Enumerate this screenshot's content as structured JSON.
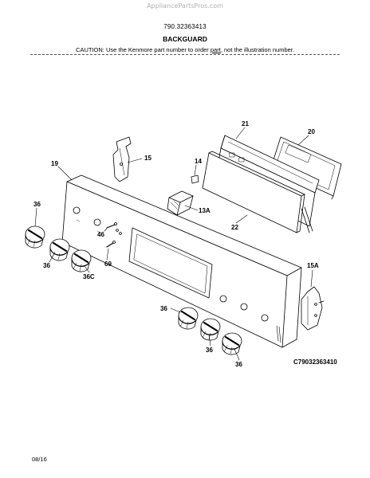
{
  "header": {
    "watermark": "AppliancePartsPros.com",
    "model_number": "790.32363413",
    "section_title": "BACKGUARD",
    "caution_prefix": "CAUTION: Use the Kenmore part number to order ",
    "caution_part": "part",
    "caution_suffix": ", not the illustration number."
  },
  "diagram": {
    "callouts": {
      "c19": "19",
      "c15": "15",
      "c14": "14",
      "c13a": "13A",
      "c21": "21",
      "c20": "20",
      "c22": "22",
      "c36_a": "36",
      "c36_b": "36",
      "c36c": "36C",
      "c46": "46",
      "c69": "69",
      "c15a": "15A",
      "c36_d": "36",
      "c36_e": "36",
      "c36_f": "36"
    },
    "figure_code": "C79032363410"
  },
  "footer": {
    "date_code": "08/16"
  }
}
